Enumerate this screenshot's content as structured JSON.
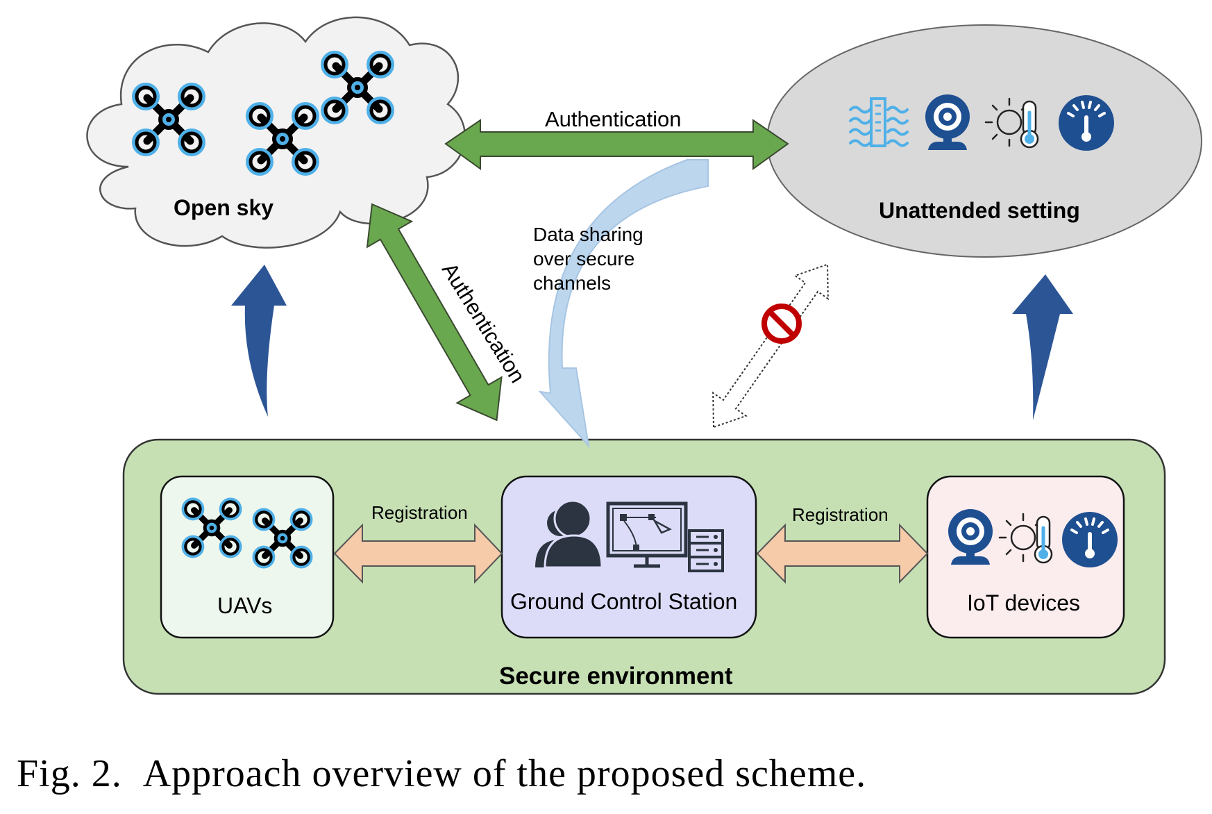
{
  "nodes": {
    "open_sky": "Open sky",
    "unattended": "Unattended setting",
    "secure_env": "Secure environment",
    "uavs": "UAVs",
    "gcs": "Ground Control Station",
    "iot": "IoT devices"
  },
  "edges": {
    "auth_top": "Authentication",
    "auth_diag": "Authentication",
    "data_line1": "Data sharing",
    "data_line2": "over secure",
    "data_line3": "channels",
    "reg_left": "Registration",
    "reg_right": "Registration"
  },
  "caption": {
    "fig": "Fig. 2.",
    "text": "Approach overview of the proposed scheme."
  },
  "colors": {
    "green_arrow": "#6aa84f",
    "green_env": "#c6e0b4",
    "uav_box": "#eef7ee",
    "gcs_box": "#dcdcf8",
    "iot_box": "#fbecee",
    "cloud": "#f2f2f2",
    "ellipse": "#d9d9d9",
    "blue_arrow": "#2c5596",
    "light_blue": "#bcd6ee",
    "peach": "#f6cbaa",
    "drone_blue": "#4fb0e8",
    "icon_navy": "#1e4f91",
    "no_sign": "#c00000"
  }
}
